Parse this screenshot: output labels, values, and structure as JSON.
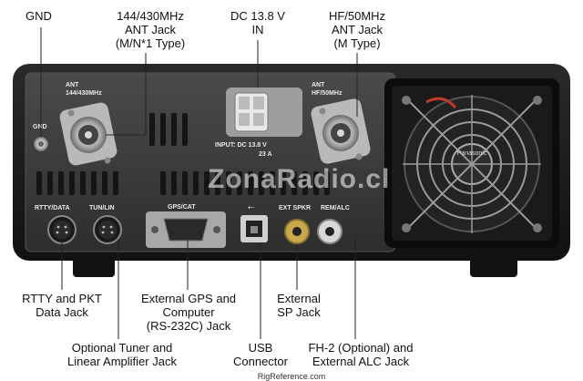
{
  "callouts": {
    "gnd": "GND",
    "ant_vhf_l1": "144/430MHz",
    "ant_vhf_l2": "ANT Jack",
    "ant_vhf_l3": "(M/N*1 Type)",
    "dc_l1": "DC 13.8 V",
    "dc_l2": "IN",
    "ant_hf_l1": "HF/50MHz",
    "ant_hf_l2": "ANT Jack",
    "ant_hf_l3": "(M Type)",
    "rtty_l1": "RTTY and PKT",
    "rtty_l2": "Data Jack",
    "gps_l1": "External GPS and",
    "gps_l2": "Computer",
    "gps_l3": "(RS-232C) Jack",
    "extsp_l1": "External",
    "extsp_l2": "SP Jack",
    "tuner_l1": "Optional Tuner and",
    "tuner_l2": "Linear Amplifier Jack",
    "usb_l1": "USB",
    "usb_l2": "Connector",
    "alc_l1": "FH-2 (Optional) and",
    "alc_l2": "External ALC Jack"
  },
  "panel_labels": {
    "ant_vhf_l1": "ANT",
    "ant_vhf_l2": "144/430MHz",
    "ant_hf_l1": "ANT",
    "ant_hf_l2": "HF/50MHz",
    "gnd": "GND",
    "input_l1": "INPUT: DC 13.8 V",
    "input_l2": "23 A",
    "rtty": "RTTY/DATA",
    "tun": "TUN/LIN",
    "gps": "GPS/CAT",
    "ext_spkr": "EXT SPKR",
    "rem_alc": "REM/ALC",
    "fan_brand": "Panasonic"
  },
  "watermark": "ZonaRadio.cl",
  "footer": "RigReference.com",
  "colors": {
    "panel": "#3a3a3a",
    "chassis": "#1c1c1c",
    "metal": "#c9c9c9",
    "brass": "#c8a84a"
  }
}
